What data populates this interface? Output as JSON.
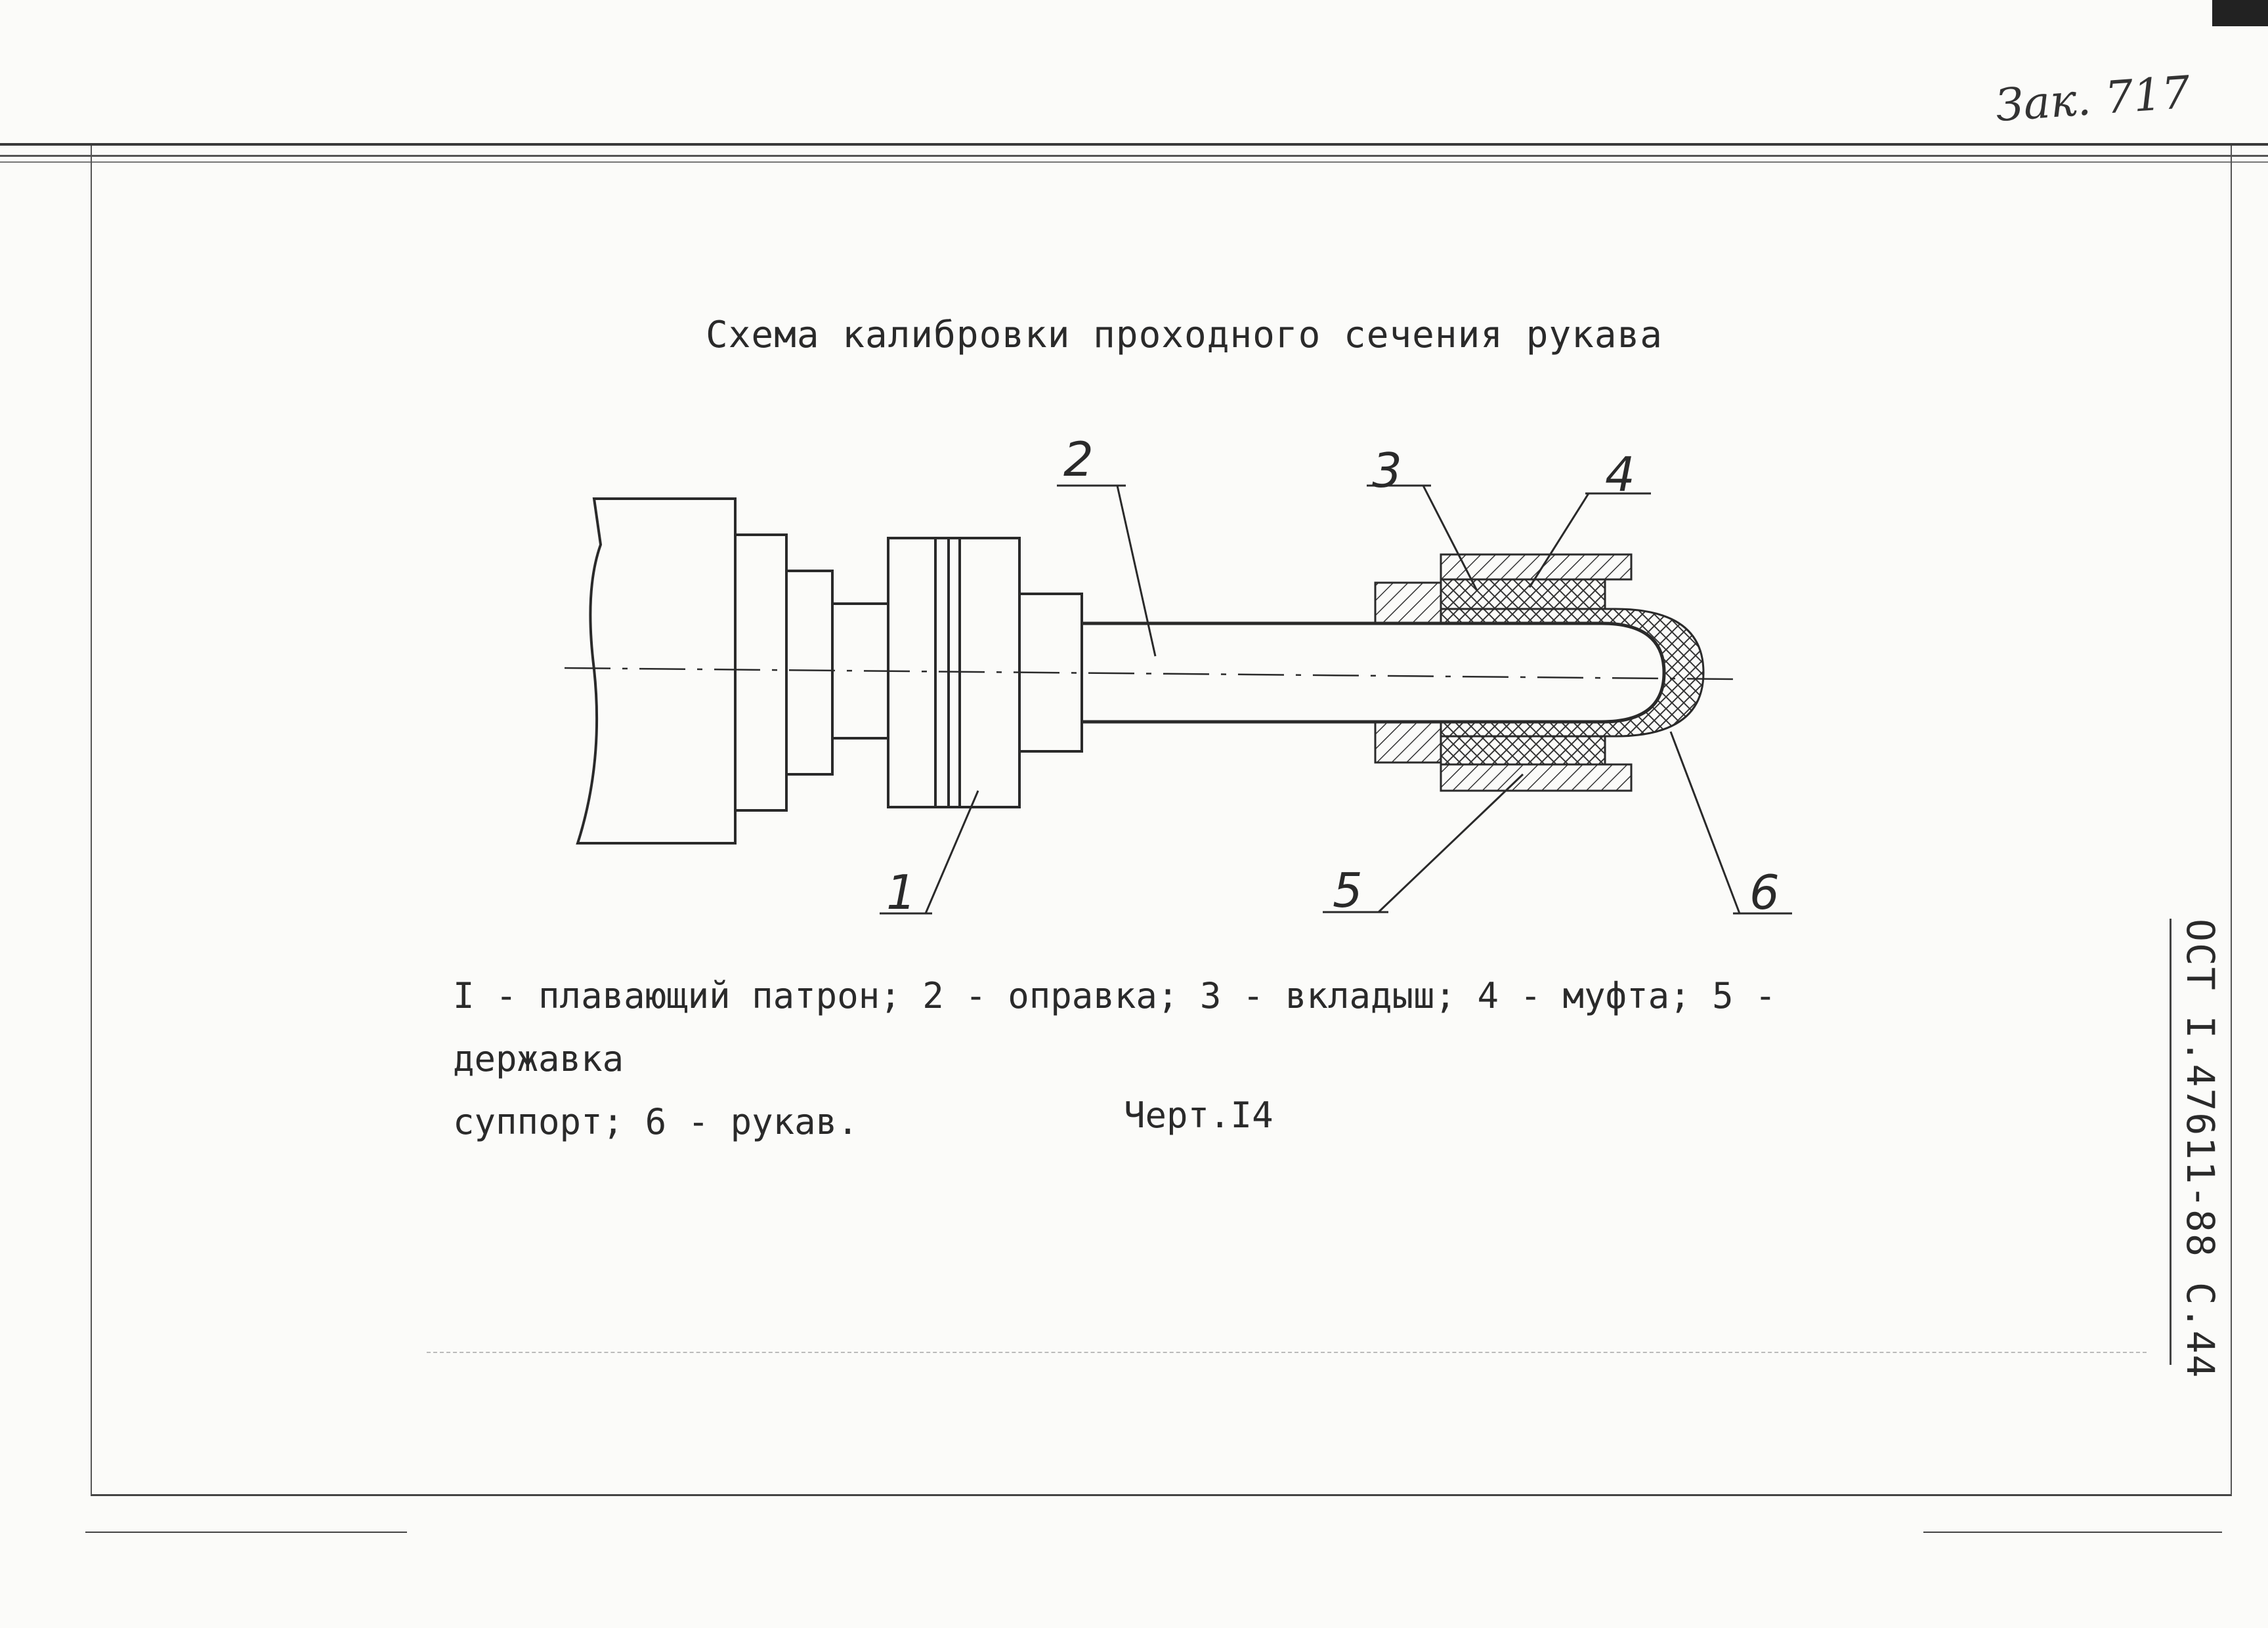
{
  "page": {
    "ref_note": "Зак. 717",
    "title": "Схема калибровки проходного сечения рукава",
    "legend": "I - плавающий патрон; 2 - оправка; 3 - вкладыш; 4 - муфта; 5 - державка\nсуппорт; 6 - рукав.",
    "figure_caption": "Черт.I4",
    "side_stamp": "ОСТ I.47611-88  С.44"
  },
  "drawing": {
    "callouts": [
      "2",
      "3",
      "4",
      "1",
      "5",
      "6"
    ]
  }
}
